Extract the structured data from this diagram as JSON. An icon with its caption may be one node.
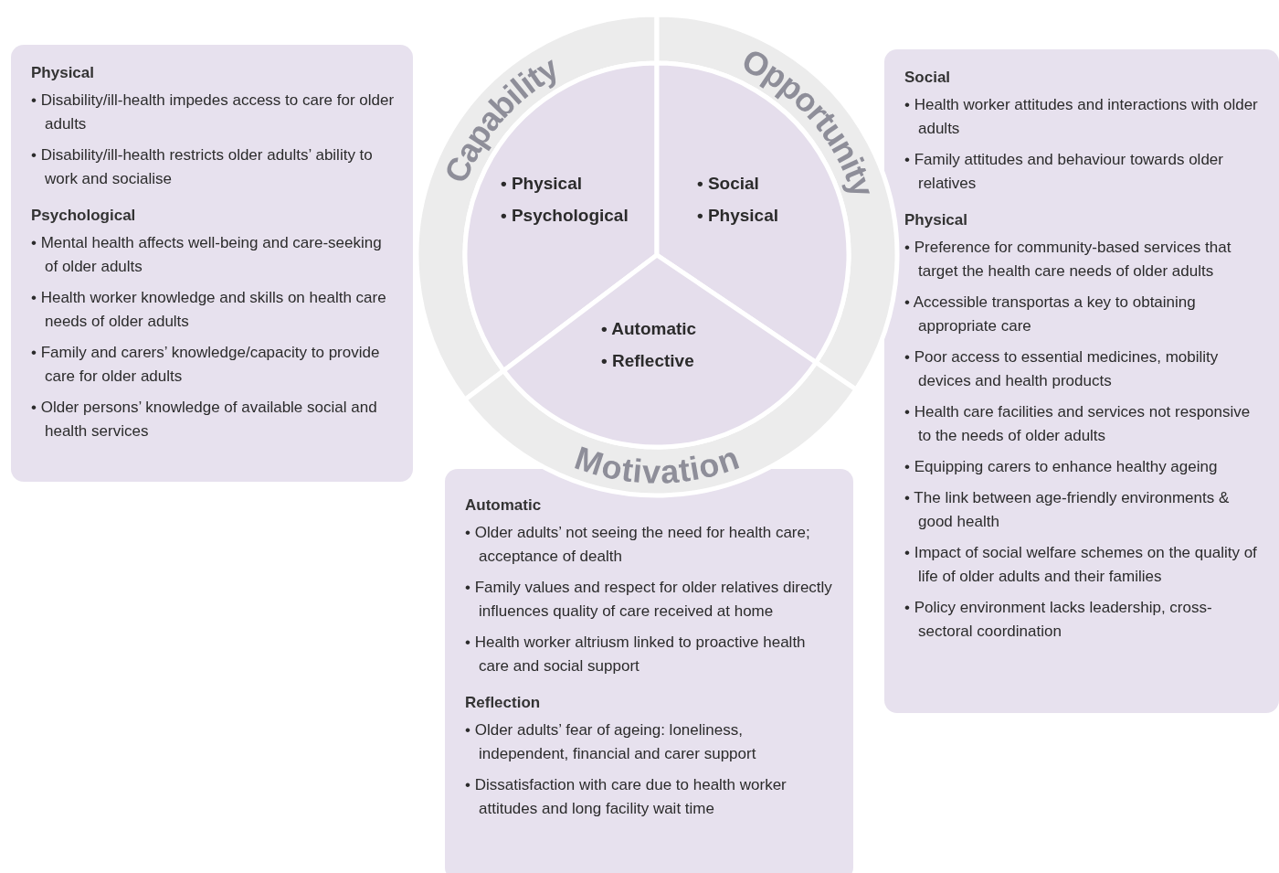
{
  "diagram": {
    "nodes": [
      {
        "text": [],
        "shape": "box"
      },
      {
        "text": [
          "Physical",
          "• Disability/ill-health impedes access to care for older adults",
          "• Disability/ill-health restricts older adults’ ability to work and socialise"
        ],
        "in": 0
      },
      {
        "text": [
          "Psychological",
          "• Mental health affects well-being and care-seeking of older adults",
          "• Health worker knowledge and skills on health care needs of older adults",
          "• Family and carers’ knowledge/capacity to provide care for older adults",
          "• Older persons’ knowledge of available social and health services"
        ],
        "in": 0
      },
      {
        "text": [
          "Capability",
          "• Physical",
          "• Psychological"
        ]
      },
      {
        "text": [
          "Opportunity",
          "• Social",
          "• Physical"
        ]
      },
      {
        "text": [
          "• Automatic",
          "• Reflective",
          "Motivation"
        ]
      },
      {
        "text": [],
        "shape": "box"
      },
      {
        "text": [
          "Social",
          "• Health worker attitudes and interactions with older adults",
          "• Family attitudes and behaviour towards older relatives"
        ],
        "in": 6
      },
      {
        "text": [
          "Physical",
          "• Preference for community-based services that target the health care needs of older adults",
          "• Accessible transportas a key to obtaining appropriate care",
          "• Poor access to essential medicines, mobility devices and health products",
          "• Health care facilities and services not responsive to the needs of older adults",
          "• Equipping carers to enhance healthy ageing",
          "• The link between age-friendly environments & good health",
          "• Impact of social welfare schemes on the quality of life of older adults and their families",
          "• Policy environment lacks leadership, cross-sectoral coordination"
        ],
        "in": 6
      },
      {
        "text": [],
        "shape": "box"
      },
      {
        "text": [
          "Automatic",
          "• Older adults’ not seeing the need for health care; acceptance of dealth",
          "• Family values and respect for older relatives directly influences quality of care received at home",
          "• Health worker altriusm linked to proactive health care and social support"
        ],
        "in": 9
      },
      {
        "text": [
          "Reflection",
          "• Older adults’ fear of ageing: loneliness, independent, financial and carer support",
          "• Dissatisfaction with care due to health worker attitudes and long facility wait time"
        ],
        "in": 9
      }
    ],
    "edges": []
  }
}
